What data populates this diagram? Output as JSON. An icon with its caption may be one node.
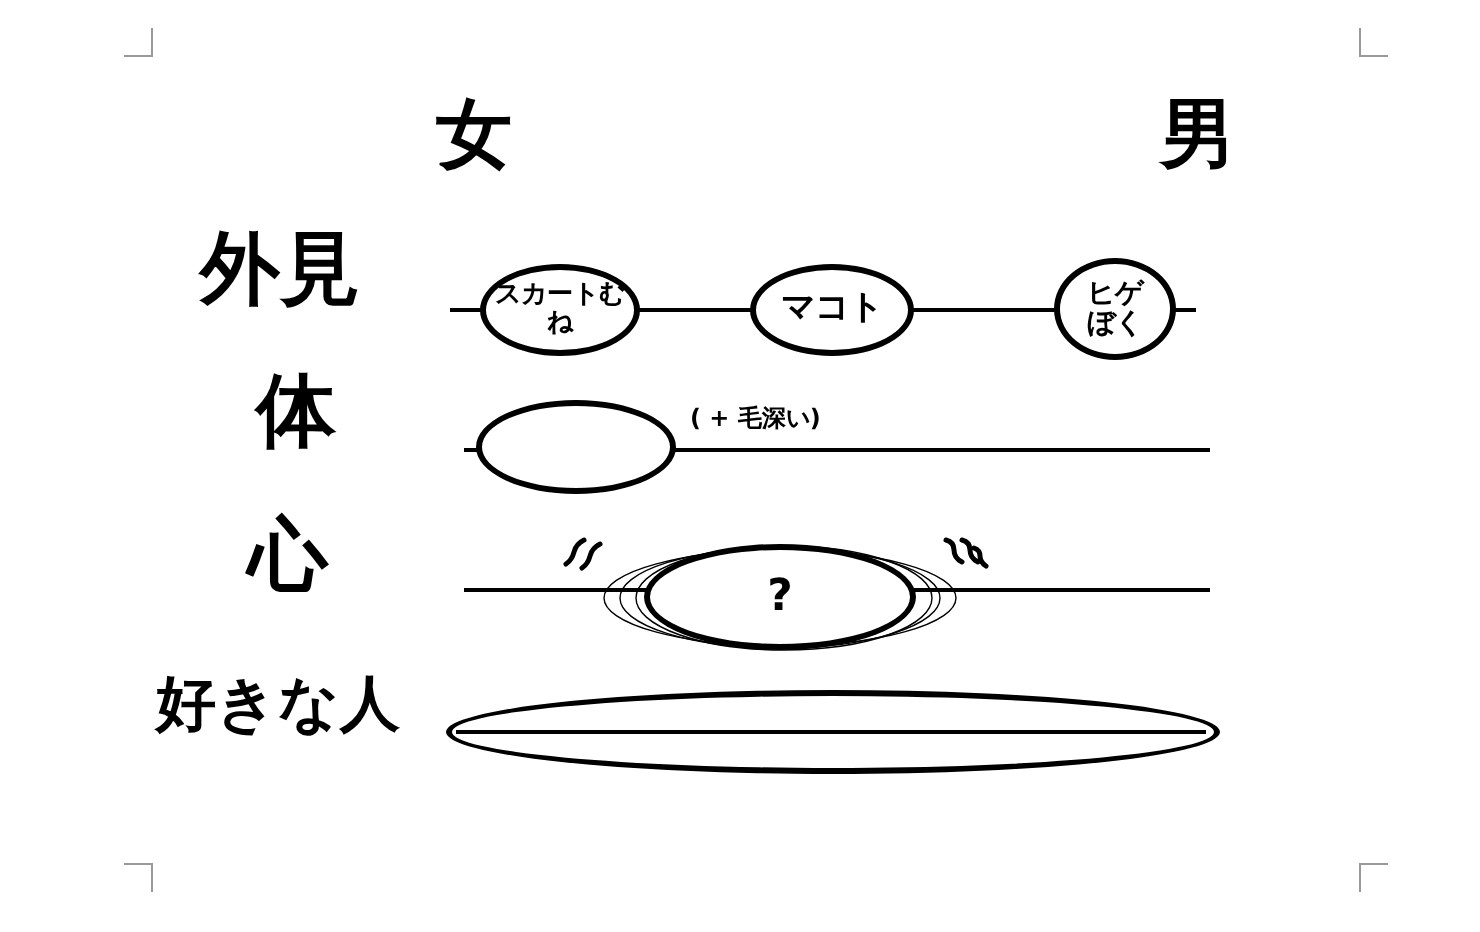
{
  "diagram": {
    "nodes": [
      {
        "text": [
          "スカートむね"
        ]
      },
      {
        "text": [
          "マコト"
        ]
      },
      {
        "text": [
          "ヒゲぼく"
        ]
      },
      {
        "text": [],
        "shape": "ellipse"
      },
      {
        "text": [
          "?"
        ]
      },
      {
        "text": [],
        "shape": "ellipse"
      }
    ],
    "labels": [
      "女",
      "男",
      "外見",
      "体",
      "( + 毛深い)",
      "心",
      "好きな人"
    ]
  }
}
